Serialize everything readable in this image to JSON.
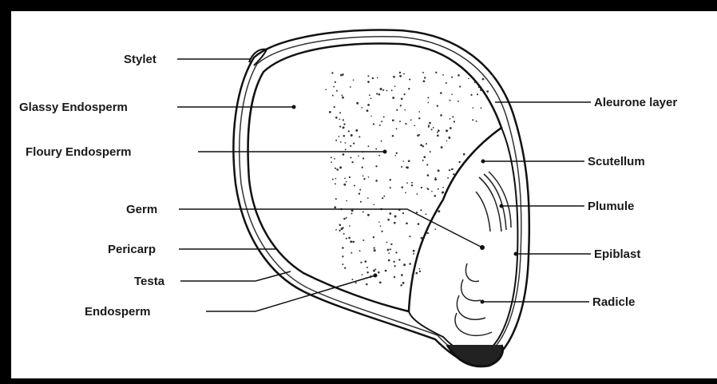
{
  "labels": {
    "stylet": "Stylet",
    "glassy_endosperm": "Glassy Endosperm",
    "floury_endosperm": "Floury Endosperm",
    "germ": "Germ",
    "pericarp": "Pericarp",
    "testa": "Testa",
    "endosperm": "Endosperm",
    "aleurone_layer": "Aleurone layer",
    "scutellum": "Scutellum",
    "plumule": "Plumule",
    "epiblast": "Epiblast",
    "radicle": "Radicle"
  }
}
